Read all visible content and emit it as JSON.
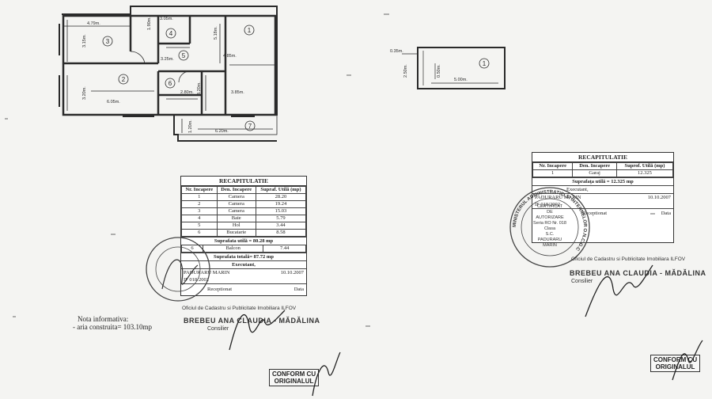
{
  "colors": {
    "ink": "#2a2a2a",
    "paper": "#f4f4f2"
  },
  "left_plan": {
    "dims": [
      "4.79m.",
      "3.05m.",
      "1.90m.",
      "5.18m.",
      "3.15m.",
      "3.25m.",
      "4.85m.",
      "3.20m.",
      "6.05m.",
      "2.80m.",
      "3.20m.",
      "3.85m.",
      "1.20m.",
      "6.20m."
    ],
    "rooms": [
      "1",
      "2",
      "3",
      "4",
      "5",
      "6",
      "7"
    ]
  },
  "right_plan": {
    "dims": [
      "0.35m.",
      "2.50m.",
      "0.50m.",
      "5.00m."
    ],
    "room": "1"
  },
  "left_table": {
    "title": "RECAPITULATIE",
    "headers": [
      "Nr. Incapere",
      "Den. Incapere",
      "Supraf. Utilă (mp)"
    ],
    "rows": [
      [
        "1",
        "Camera",
        "28.20"
      ],
      [
        "2",
        "Camera",
        "19.24"
      ],
      [
        "3",
        "Camera",
        "15.03"
      ],
      [
        "4",
        "Baie",
        "5.79"
      ],
      [
        "5",
        "Hol",
        "3.44"
      ],
      [
        "6",
        "Bucatarie",
        "8.58"
      ]
    ],
    "utila": "Suprafata utilă = 80.28 mp",
    "balcon_nr": "6",
    "balcon_name": "Balcon",
    "balcon_val": "7.44",
    "totala": "Suprafata totală= 87.72 mp",
    "executant": "Executant,",
    "exec_name": "PADURARU MARIN",
    "exec_code": "IF 018/2002",
    "exec_date": "10.10.2007",
    "receptionat": "Receptionat",
    "data_label": "Data"
  },
  "right_table": {
    "title": "RECAPITULATIE",
    "headers": [
      "Nr. Incapere",
      "Den. Incapere",
      "Suprof. Utilă (mp)"
    ],
    "row": [
      "1",
      "Garaj",
      "12.325"
    ],
    "utila": "Suprafaţa utilă = 12.325 mp",
    "executant": "Executant,",
    "exec_name": "PADURARU MARIN",
    "exec_code": "IF 018/2002",
    "exec_date": "10.10.2007",
    "receptionat": "Receptionat",
    "data_label": "Data"
  },
  "left_stamp_text": "Oficiul de Cadastru si Publicitate Imobiliara ILFOV",
  "right_stamp_text": "Oficiul de Cadastru si Publicitate Imobiliara ILFOV",
  "left_signer": "BREBEU ANA CLAUDIA - MĂDĂLINA",
  "right_signer": "BREBEU ANA CLAUDIA - MĂDĂLINA",
  "signer_role": "Consilier",
  "seal_text": "MINISTERUL ADMINISTRATIEI SI INTERNELOR O.N.C.G.C",
  "seal_inner": [
    "CERTIFICAT",
    "DE",
    "AUTORIZARE",
    "Seria RO Nr. 018",
    "Clasa",
    "S.C.",
    "PADURARU",
    "MARIN"
  ],
  "note": {
    "title": "Nota informativa:",
    "line": "- aria construita= 103.10mp"
  },
  "conform_stamp": [
    "CONFORM CU",
    "ORIGINALUL"
  ]
}
